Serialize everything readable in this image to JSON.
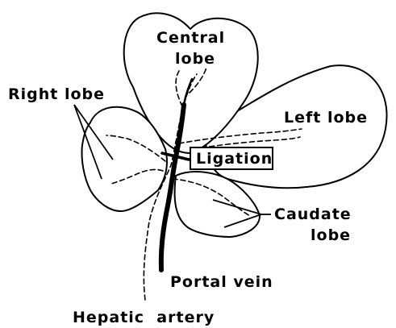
{
  "labels": {
    "central_line1": "Central",
    "central_line2": "lobe",
    "right": "Right lobe",
    "left": "Left lobe",
    "ligation": "Ligation",
    "caudate_line1": "Caudate",
    "caudate_line2": "lobe",
    "portal": "Portal vein",
    "hepatic": "Hepatic  artery"
  }
}
